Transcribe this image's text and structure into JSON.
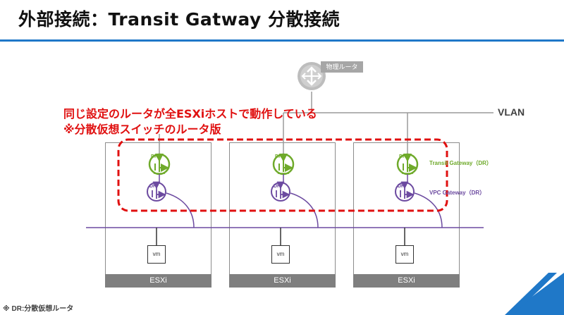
{
  "title": "外部接続：Transit Gatway 分散接続",
  "router_label": "物理ルータ",
  "annotation": {
    "line1": "同じ設定のルータが全ESXiホストで動作している",
    "line2": "※分散仮想スイッチのルータ版"
  },
  "vlan_label": "VLAN",
  "transit_gateway_label": "Transit Gateway（DR）",
  "vpc_gateway_label": "VPC Gateway（DR）",
  "dr_label": "DR",
  "vm_label": "vm",
  "hosts": [
    {
      "name": "ESXi"
    },
    {
      "name": "ESXi"
    },
    {
      "name": "ESXi"
    }
  ],
  "footnote": "※ DR:分散仮想ルータ",
  "colors": {
    "accent_blue": "#1f78c8",
    "transit_green": "#6faa2b",
    "vpc_purple": "#6c4aa0",
    "annotation_red": "#e01010",
    "host_bar_gray": "#7f7f7f"
  }
}
